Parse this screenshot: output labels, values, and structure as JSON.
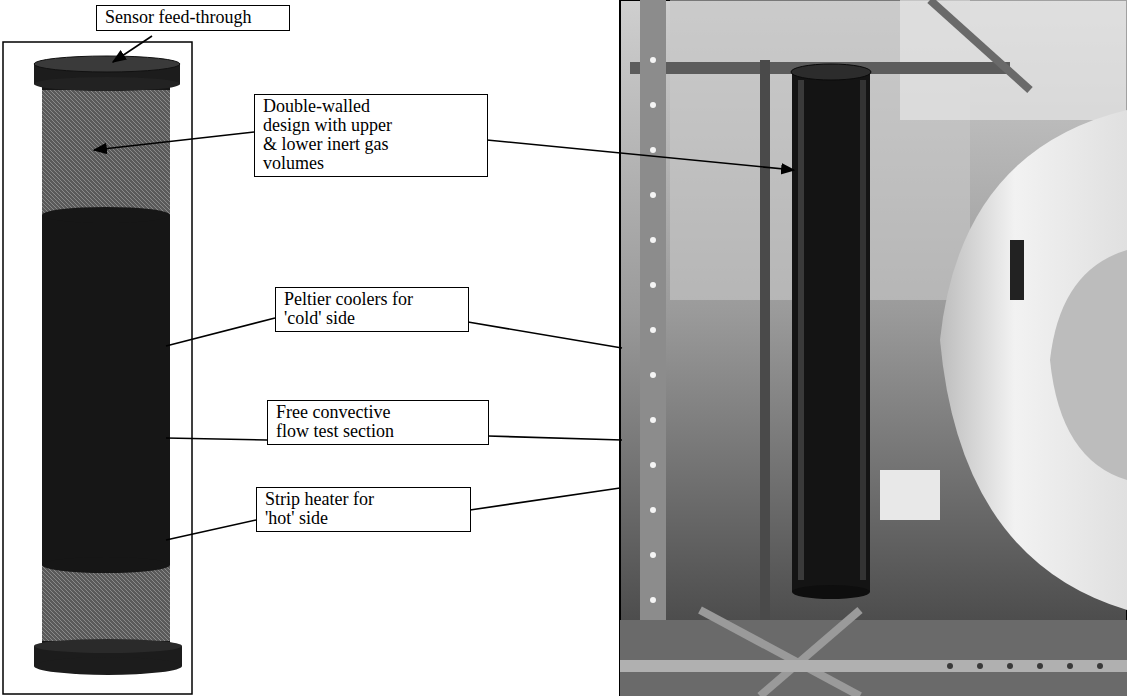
{
  "diagram": {
    "nodes": [
      {
        "text": [
          "Sensor feed-through"
        ]
      },
      {
        "text": [
          "Double-walled design with upper & lower inert gas volumes"
        ]
      },
      {
        "text": [
          "Peltier coolers for 'cold' side"
        ]
      },
      {
        "text": [
          "Free convective flow test section"
        ]
      },
      {
        "text": [
          "Strip heater for 'hot' side"
        ]
      }
    ]
  }
}
